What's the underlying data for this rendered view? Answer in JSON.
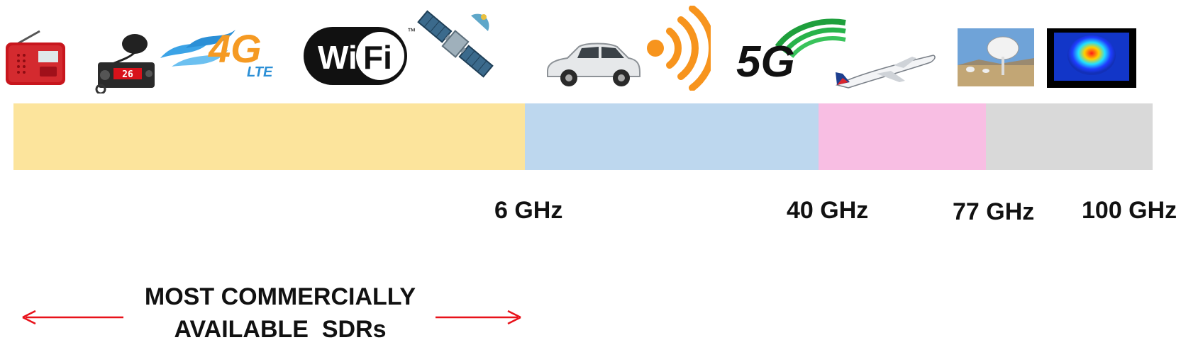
{
  "icons": [
    {
      "name": "portable-radio-icon"
    },
    {
      "name": "cb-radio-icon",
      "display_text": "26"
    },
    {
      "name": "4g-lte-logo",
      "main": "4G",
      "sub": "LTE"
    },
    {
      "name": "wifi-logo",
      "left": "Wi",
      "right": "Fi",
      "tm": "™"
    },
    {
      "name": "satellite-icon"
    },
    {
      "name": "car-icon"
    },
    {
      "name": "wireless-signal-icon"
    },
    {
      "name": "5g-logo",
      "text": "5G"
    },
    {
      "name": "airplane-icon"
    },
    {
      "name": "radio-telescope-icon"
    },
    {
      "name": "heatmap-image"
    }
  ],
  "bands": [
    {
      "name": "band-below-6ghz",
      "color": "#fce49c"
    },
    {
      "name": "band-6-40ghz",
      "color": "#bdd7ee"
    },
    {
      "name": "band-40-77ghz",
      "color": "#f8bee3"
    },
    {
      "name": "band-77-100ghz",
      "color": "#d9d9d9"
    }
  ],
  "frequency_labels": [
    "6 GHz",
    "40 GHz",
    "77 GHz",
    "100 GHz"
  ],
  "sdr_range": {
    "line1": "MOST COMMERCIALLY",
    "line2": "AVAILABLE  SDRs",
    "arrow_color": "#e8121a"
  }
}
